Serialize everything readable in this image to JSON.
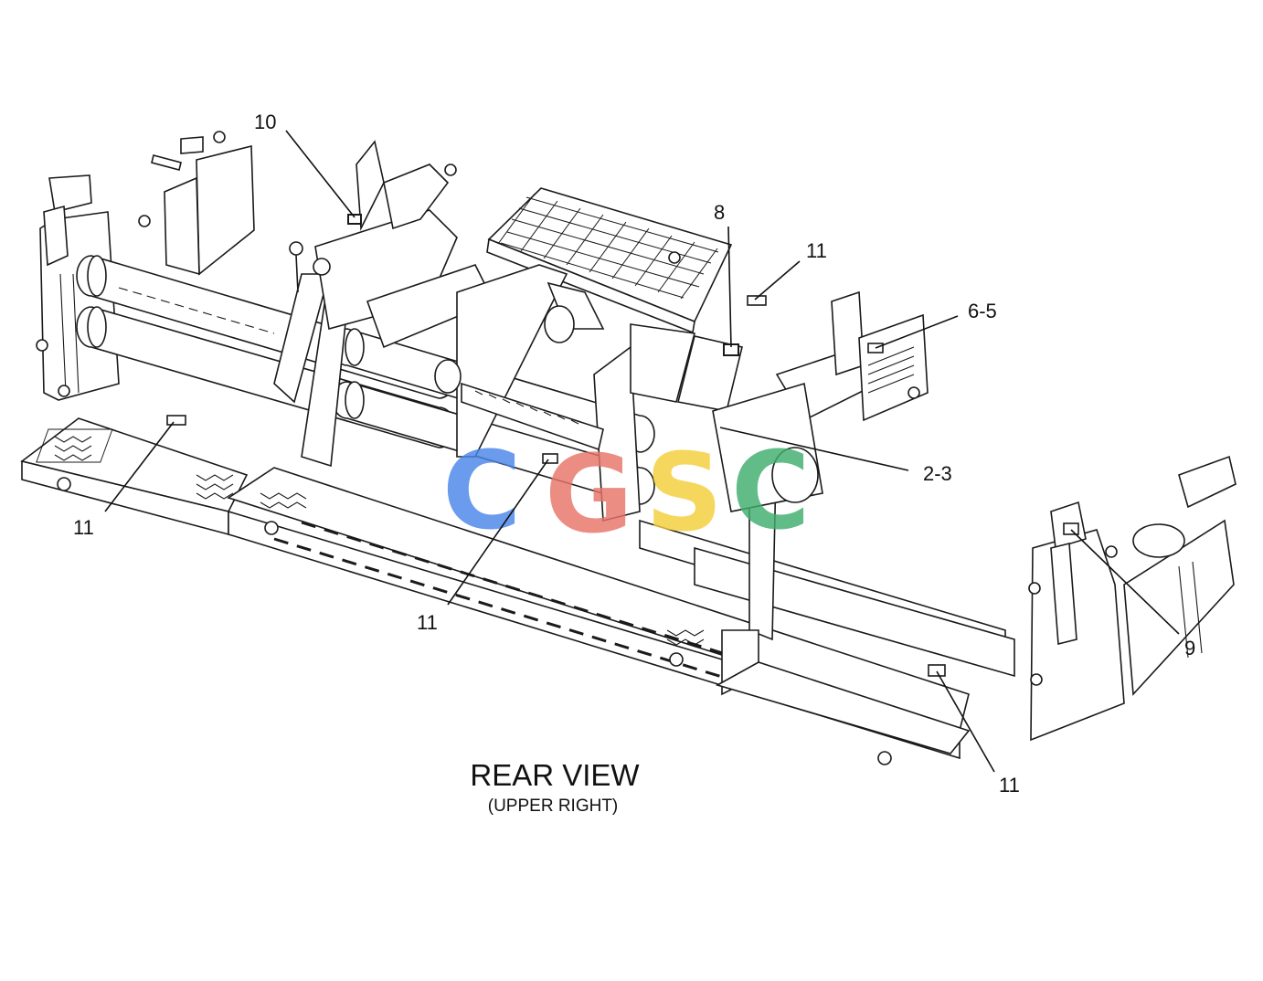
{
  "view": {
    "title": "REAR VIEW",
    "subtitle": "(UPPER RIGHT)"
  },
  "callouts": {
    "c10": "10",
    "c8": "8",
    "c11_top": "11",
    "c6_5": "6-5",
    "c2_3": "2-3",
    "c11_left": "11",
    "c11_mid": "11",
    "c9": "9",
    "c11_bottom": "11"
  },
  "watermark": {
    "letters": [
      "C",
      "G",
      "S",
      "C"
    ],
    "colors": [
      "#4a86e8",
      "#e8756a",
      "#f5cf3a",
      "#3fae6e"
    ]
  }
}
